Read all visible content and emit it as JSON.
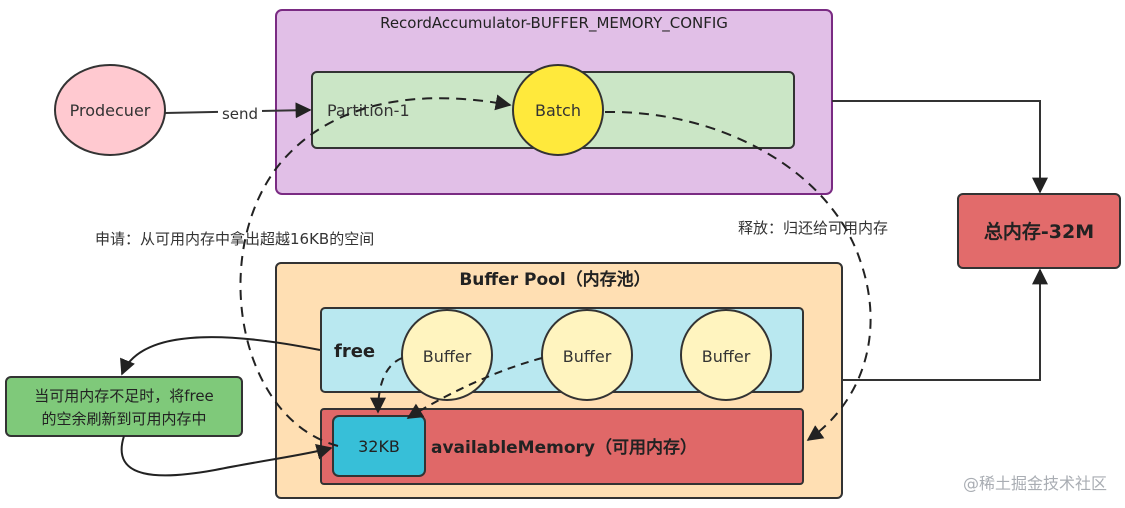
{
  "accumulator": {
    "title": "RecordAccumulator-BUFFER_MEMORY_CONFIG",
    "partition_label": "Partition-1",
    "batch_label": "Batch"
  },
  "producer": {
    "label": "Prodecuer"
  },
  "send_label": "send",
  "total_memory": {
    "label": "总内存-32M"
  },
  "apply_note": "申请：从可用内存中拿出超越16KB的空间",
  "release_note": "释放：归还给可用内存",
  "buffer_pool": {
    "title": "Buffer Pool（内存池）",
    "free_label": "free",
    "buffers": [
      "Buffer",
      "Buffer",
      "Buffer"
    ],
    "available_label": "availableMemory（可用内存）",
    "chunk_label": "32KB"
  },
  "refresh_note": {
    "line1": "当可用内存不足时，将free",
    "line2": "的空余刷新到可用内存中"
  },
  "watermark": "@稀土掘金技术社区",
  "colors": {
    "accumulator_fill": "#e1bfe7",
    "accumulator_stroke": "#7a2b83",
    "partition_fill": "#cbe6c6",
    "batch_fill": "#ffe93c",
    "producer_fill": "#ffc9d0",
    "total_fill": "#e26b6b",
    "pool_fill": "#ffdfb3",
    "free_fill": "#b9e8f0",
    "buffer_fill": "#fff4bf",
    "available_fill": "#e06868",
    "chunk_fill": "#37bfd8",
    "note_fill": "#7fc97a"
  }
}
